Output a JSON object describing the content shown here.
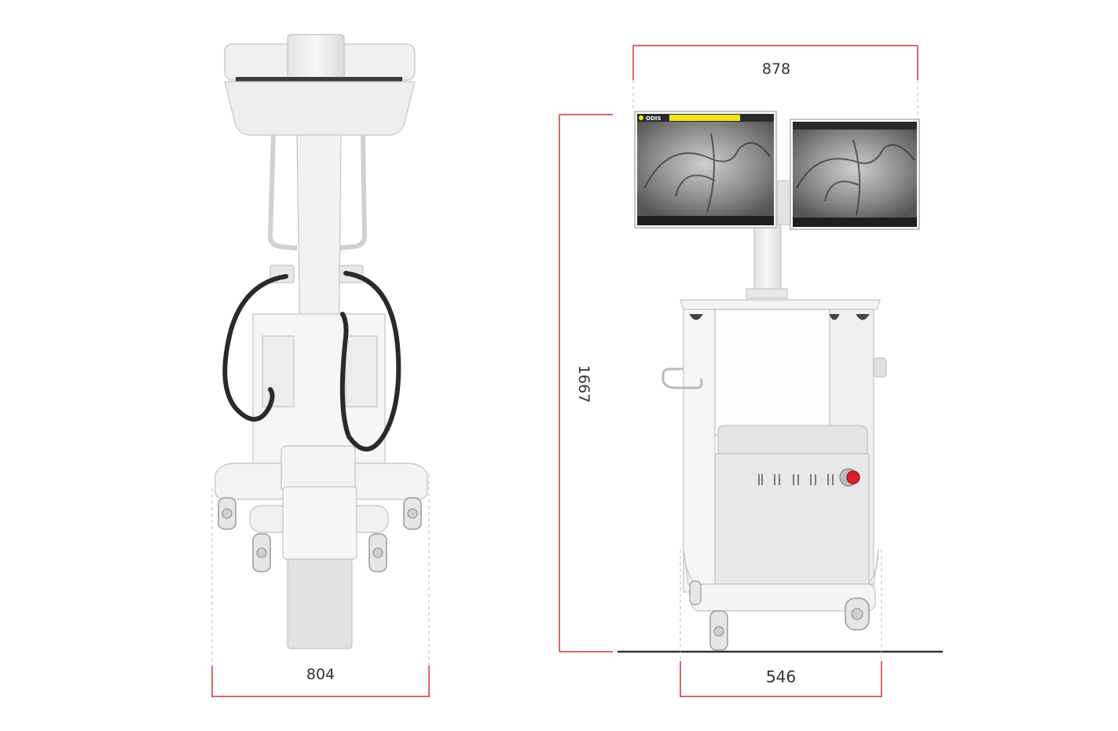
{
  "dimensions": {
    "c_arm_width": "804",
    "cart_width": "546",
    "monitor_span": "878",
    "cart_height": "1667"
  },
  "colors": {
    "dimension_line": "#d0343b",
    "equipment_fill": "#efefef",
    "equipment_stroke": "#c4c4c4",
    "cable": "#2a2a2a",
    "emergency_stop": "#d9202a",
    "screen_header": "#f1e51e",
    "xray_dark": "#4a4a4a"
  },
  "screens": {
    "brand": "ODIS"
  },
  "icons": [
    "c-arm-device",
    "monitor-cart",
    "dual-monitors",
    "emergency-stop-button",
    "coiled-cable"
  ]
}
